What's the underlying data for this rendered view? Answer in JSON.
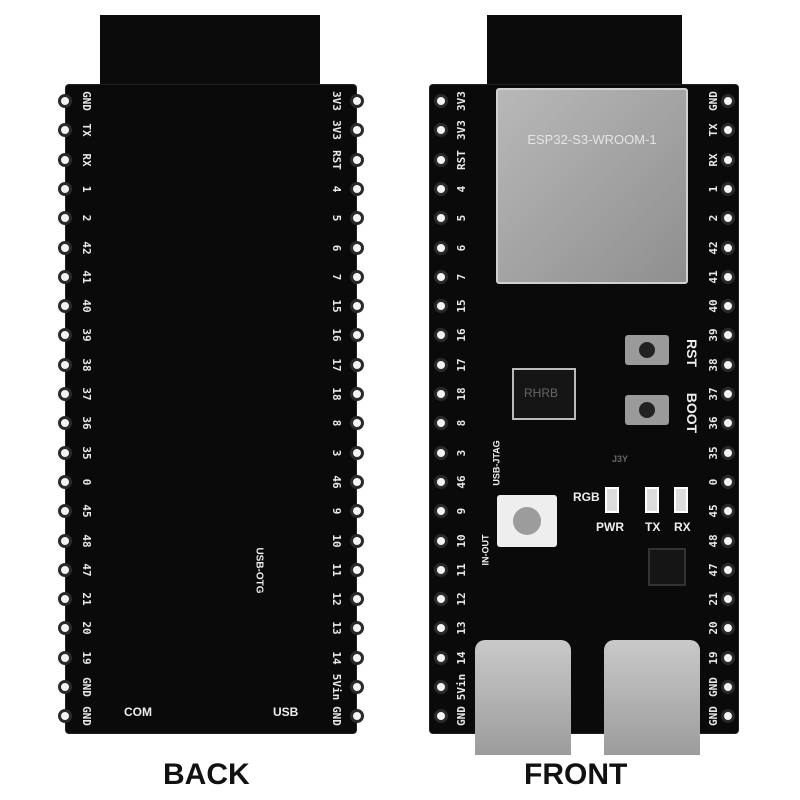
{
  "back": {
    "caption": "BACK",
    "left_pins": [
      "GND",
      "TX",
      "RX",
      "1",
      "2",
      "42",
      "41",
      "40",
      "39",
      "38",
      "37",
      "36",
      "35",
      "0",
      "45",
      "48",
      "47",
      "21",
      "20",
      "19",
      "GND",
      "GND"
    ],
    "right_pins": [
      "3V3",
      "3V3",
      "RST",
      "4",
      "5",
      "6",
      "7",
      "15",
      "16",
      "17",
      "18",
      "8",
      "3",
      "46",
      "9",
      "10",
      "11",
      "12",
      "13",
      "14",
      "5Vin",
      "GND"
    ],
    "silk": {
      "com": "COM",
      "usb": "USB",
      "otg": "USB-OTG"
    }
  },
  "front": {
    "caption": "FRONT",
    "left_pins": [
      "3V3",
      "3V3",
      "RST",
      "4",
      "5",
      "6",
      "7",
      "15",
      "16",
      "17",
      "18",
      "8",
      "3",
      "46",
      "9",
      "10",
      "11",
      "12",
      "13",
      "14",
      "5Vin",
      "GND"
    ],
    "right_pins": [
      "GND",
      "TX",
      "RX",
      "1",
      "2",
      "42",
      "41",
      "40",
      "39",
      "38",
      "37",
      "36",
      "35",
      "0",
      "45",
      "48",
      "47",
      "21",
      "20",
      "19",
      "GND",
      "GND"
    ],
    "module_label": "ESP32-S3-WROOM-1",
    "silk": {
      "rst": "RST",
      "boot": "BOOT",
      "rgb": "RGB",
      "pwr": "PWR",
      "tx": "TX",
      "rx": "RX",
      "usb_jtag": "USB-JTAG",
      "in_out": "IN-OUT",
      "regulator": "RHRB",
      "transistor": "J3Y"
    }
  }
}
